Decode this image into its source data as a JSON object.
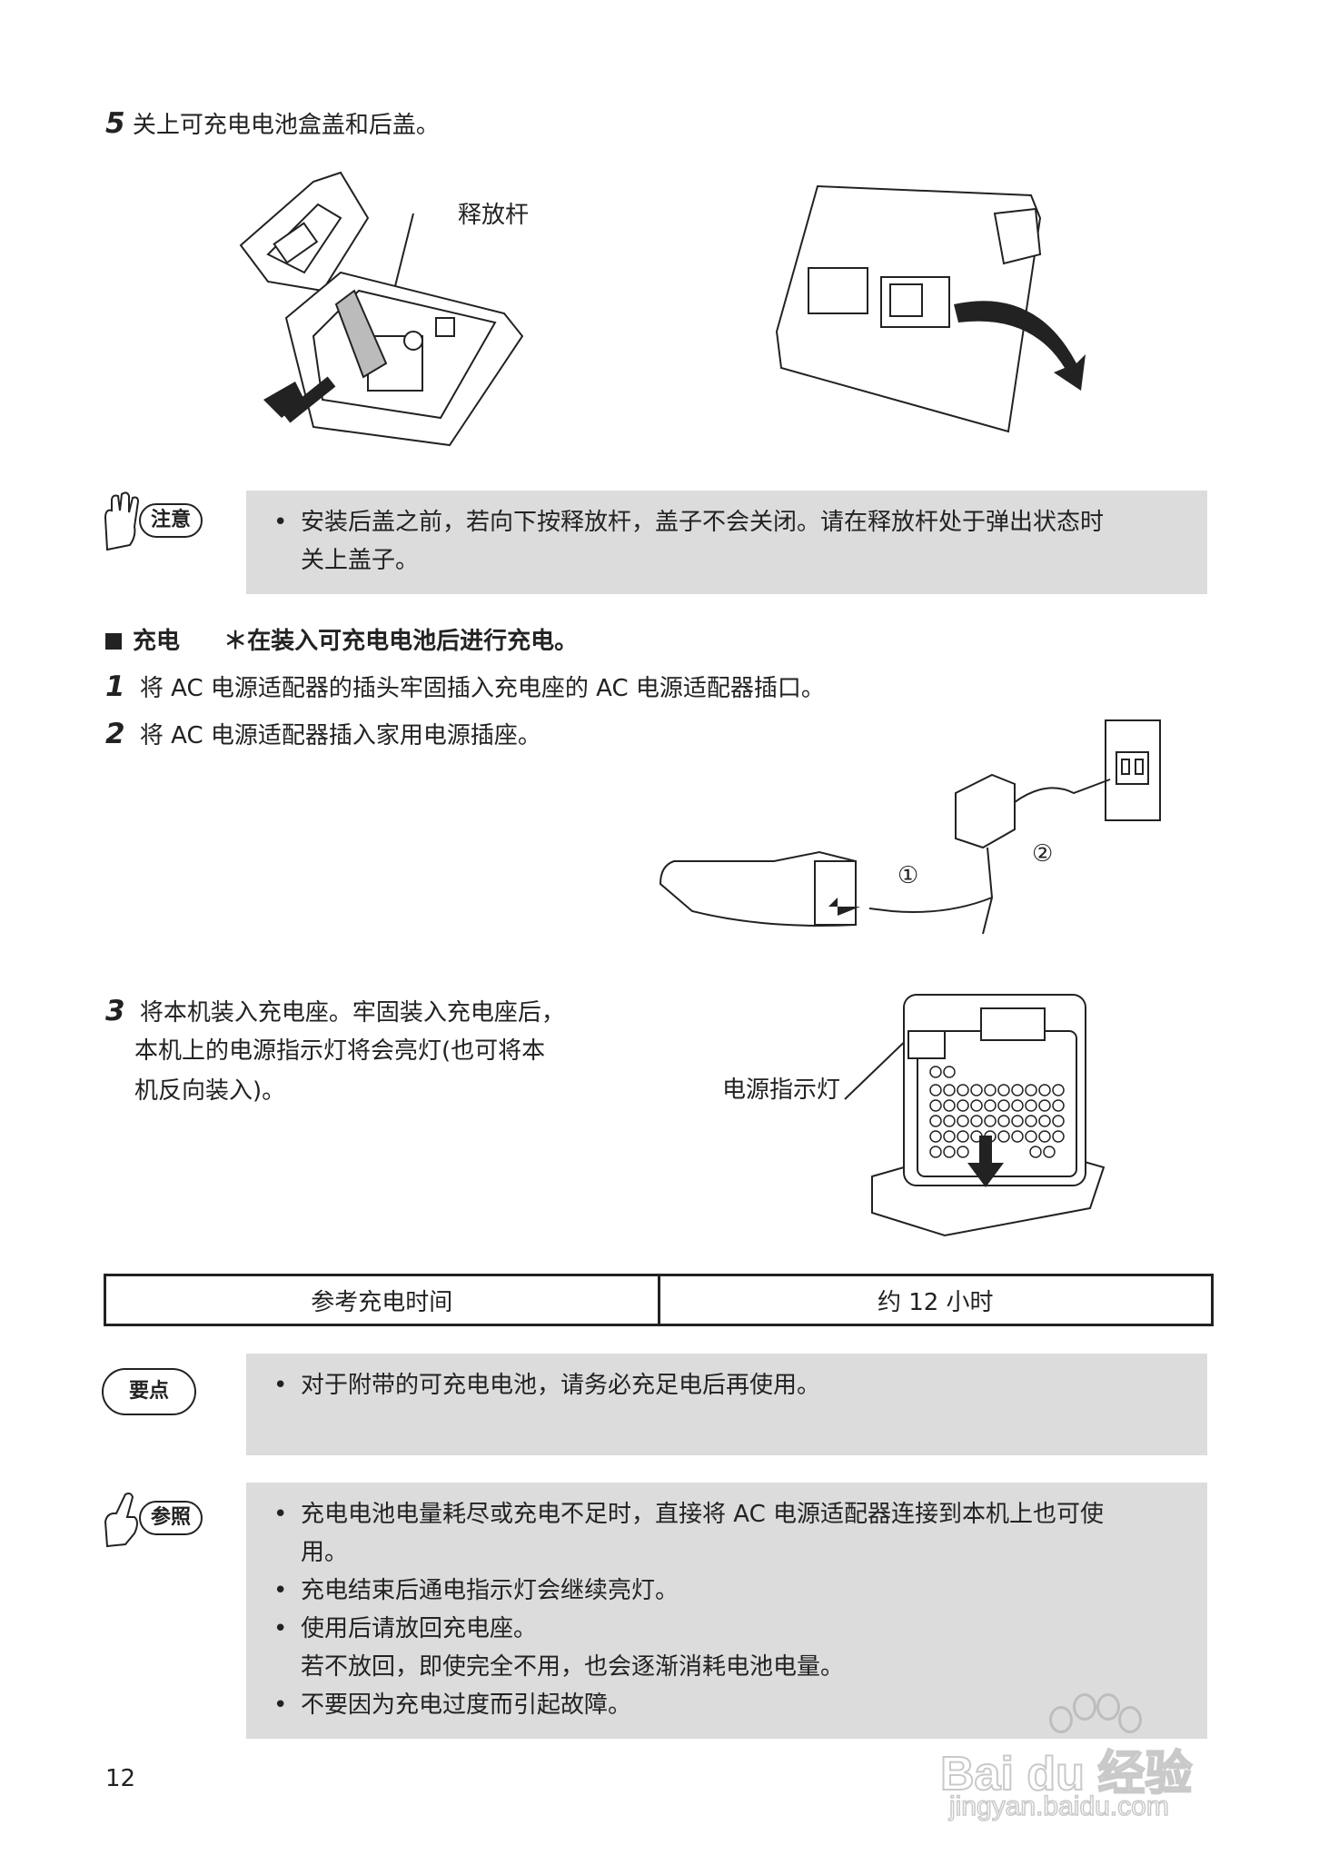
{
  "step5": {
    "num": "5",
    "text": "关上可充电电池盒盖和后盖。"
  },
  "fig1": {
    "label_release": "释放杆"
  },
  "caution": {
    "badge": "注意",
    "lines": [
      "安装后盖之前，若向下按释放杆，盖子不会关闭。请在释放杆处于弹出状态时",
      "关上盖子。"
    ]
  },
  "charge": {
    "heading": "充电",
    "note": "＊在装入可充电电池后进行充电。"
  },
  "step1": {
    "num": "1",
    "text": "将 AC 电源适配器的插头牢固插入充电座的 AC 电源适配器插口。"
  },
  "step2": {
    "num": "2",
    "text": "将 AC 电源适配器插入家用电源插座。"
  },
  "fig2": {
    "marker1": "①",
    "marker2": "②"
  },
  "step3": {
    "num": "3",
    "lines": [
      "将本机装入充电座。牢固装入充电座后，",
      "本机上的电源指示灯将会亮灯(也可将本",
      "机反向装入)。"
    ]
  },
  "fig3": {
    "label_power": "电源指示灯"
  },
  "table": {
    "label": "参考充电时间",
    "value": "约 12 小时"
  },
  "keypoint": {
    "badge": "要点",
    "lines": [
      "对于附带的可充电电池，请务必充足电后再使用。"
    ]
  },
  "reference": {
    "badge": "参照",
    "items": [
      {
        "l1": "充电电池电量耗尽或充电不足时，直接将 AC 电源适配器连接到本机上也可使",
        "l2": "用。"
      },
      {
        "l1": "充电结束后通电指示灯会继续亮灯。",
        "l2": ""
      },
      {
        "l1": "使用后请放回充电座。",
        "l2": "若不放回，即使完全不用，也会逐渐消耗电池电量。"
      },
      {
        "l1": "不要因为充电过度而引起故障。",
        "l2": ""
      }
    ]
  },
  "bullet_char": "•",
  "page_number": "12",
  "watermark": {
    "logo": "Bai du 经验",
    "url": "jingyan.baidu.com"
  }
}
